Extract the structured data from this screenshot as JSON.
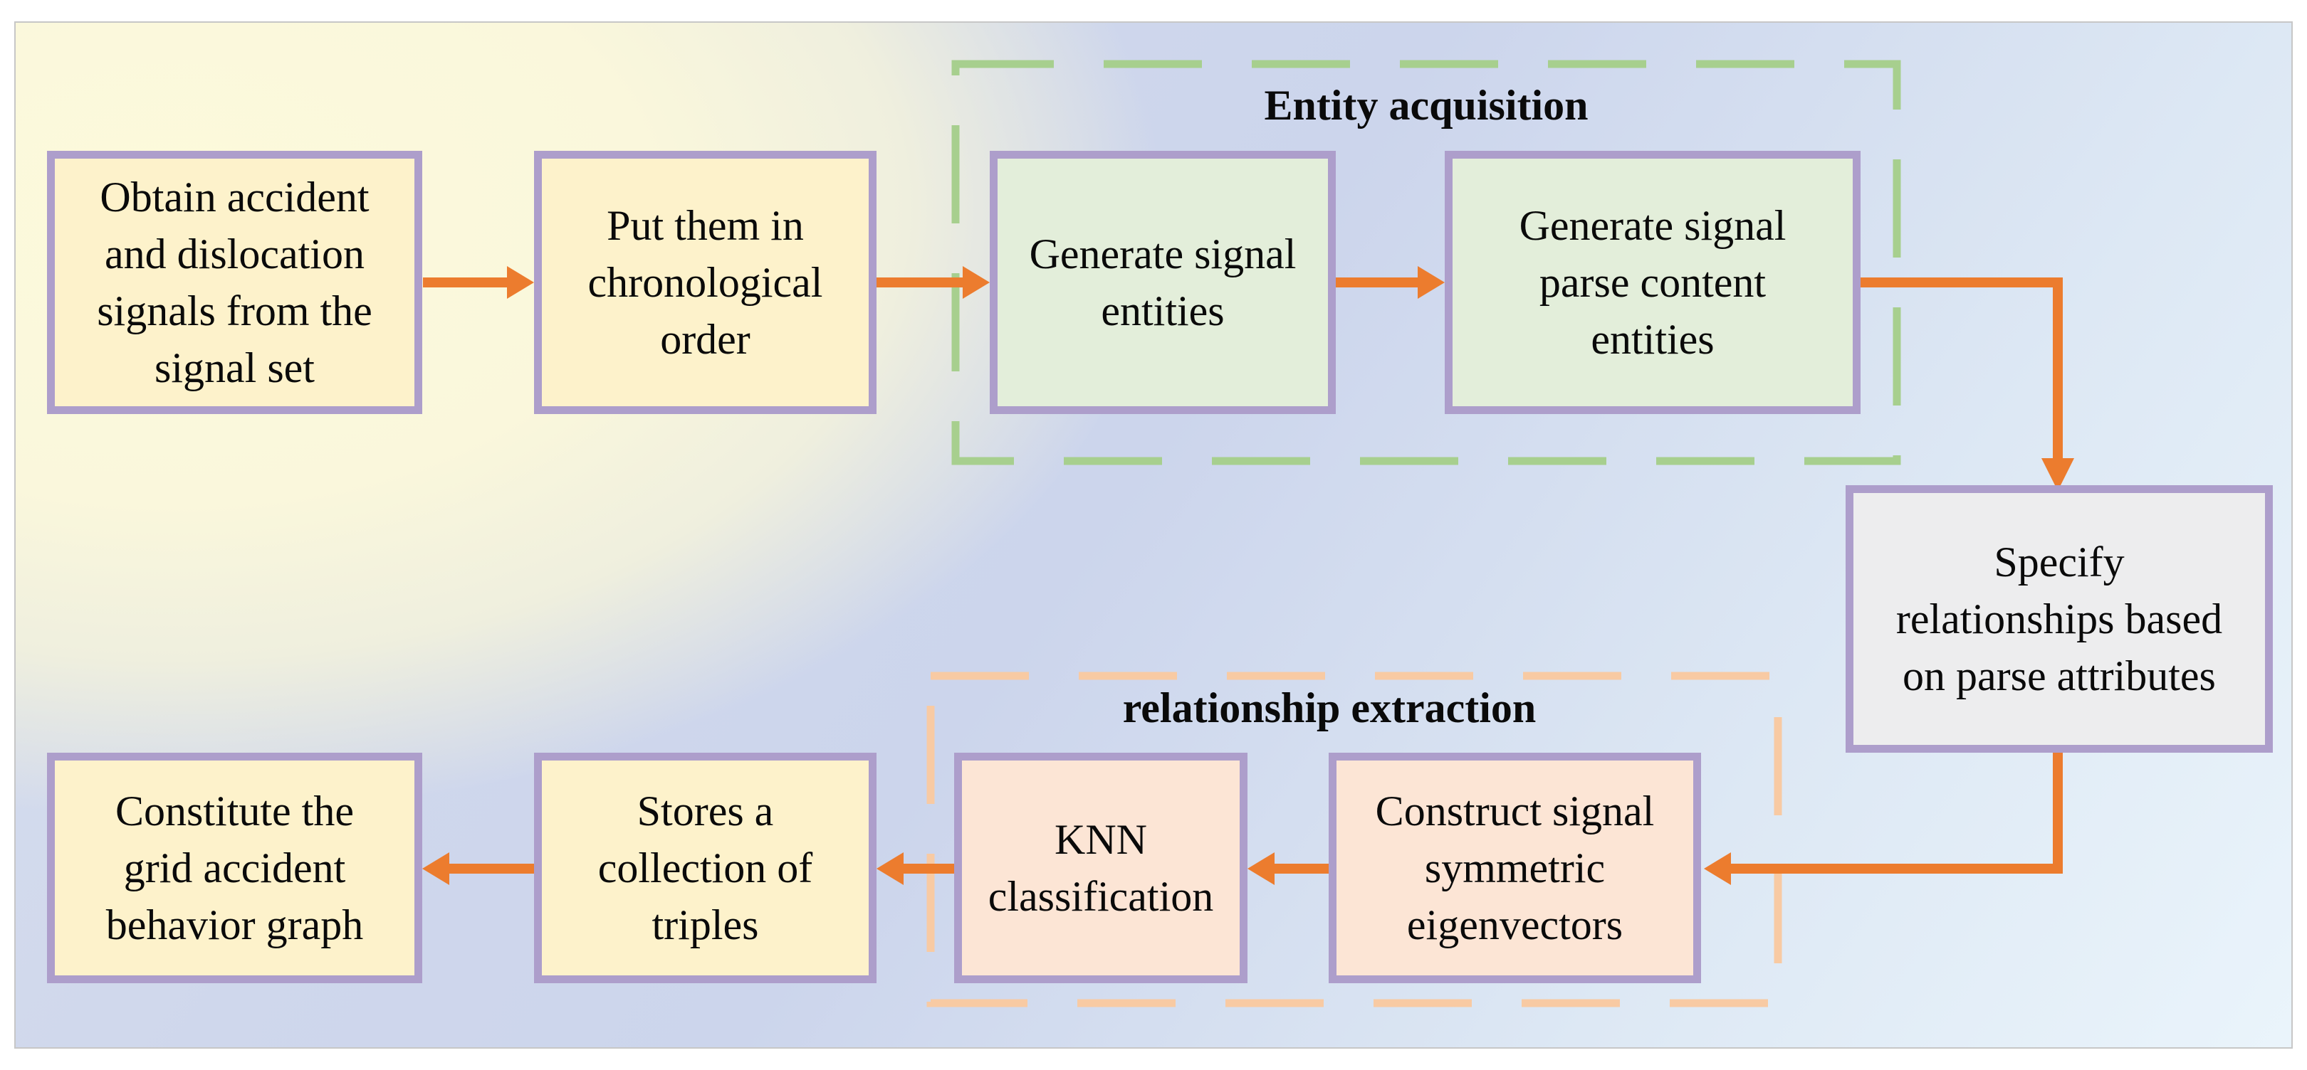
{
  "diagram": {
    "groups": {
      "entity_acquisition": {
        "label": "Entity acquisition"
      },
      "relationship_extraction": {
        "label": "relationship extraction"
      }
    },
    "nodes": {
      "obtain": {
        "label": "Obtain accident\nand dislocation\nsignals from the\nsignal set",
        "variant": "yellow"
      },
      "chronological": {
        "label": "Put them in\nchronological\norder",
        "variant": "yellow"
      },
      "gen_entities": {
        "label": "Generate signal\nentities",
        "variant": "green"
      },
      "gen_parse": {
        "label": "Generate signal\nparse content\nentities",
        "variant": "green"
      },
      "specify": {
        "label": "Specify\nrelationships based\non parse attributes",
        "variant": "gray"
      },
      "construct": {
        "label": "Construct signal\nsymmetric\neigenvectors",
        "variant": "peach"
      },
      "knn": {
        "label": "KNN\nclassification",
        "variant": "peach"
      },
      "stores": {
        "label": "Stores a\ncollection of\ntriples",
        "variant": "yellow"
      },
      "constitute": {
        "label": "Constitute the\ngrid accident\nbehavior graph",
        "variant": "yellow"
      }
    },
    "colors": {
      "yellow_fill": "#fdf2cb",
      "green_fill": "#e3eeda",
      "peach_fill": "#fce5d5",
      "gray_fill": "#ededee",
      "purple_border": "#ad9ecb",
      "arrow_orange": "#ec7c2e",
      "green_dash": "#a7cf8e",
      "orange_dash": "#f8caa3",
      "text": "#0a0a0a",
      "panel_border": "#c7c7c7"
    }
  }
}
